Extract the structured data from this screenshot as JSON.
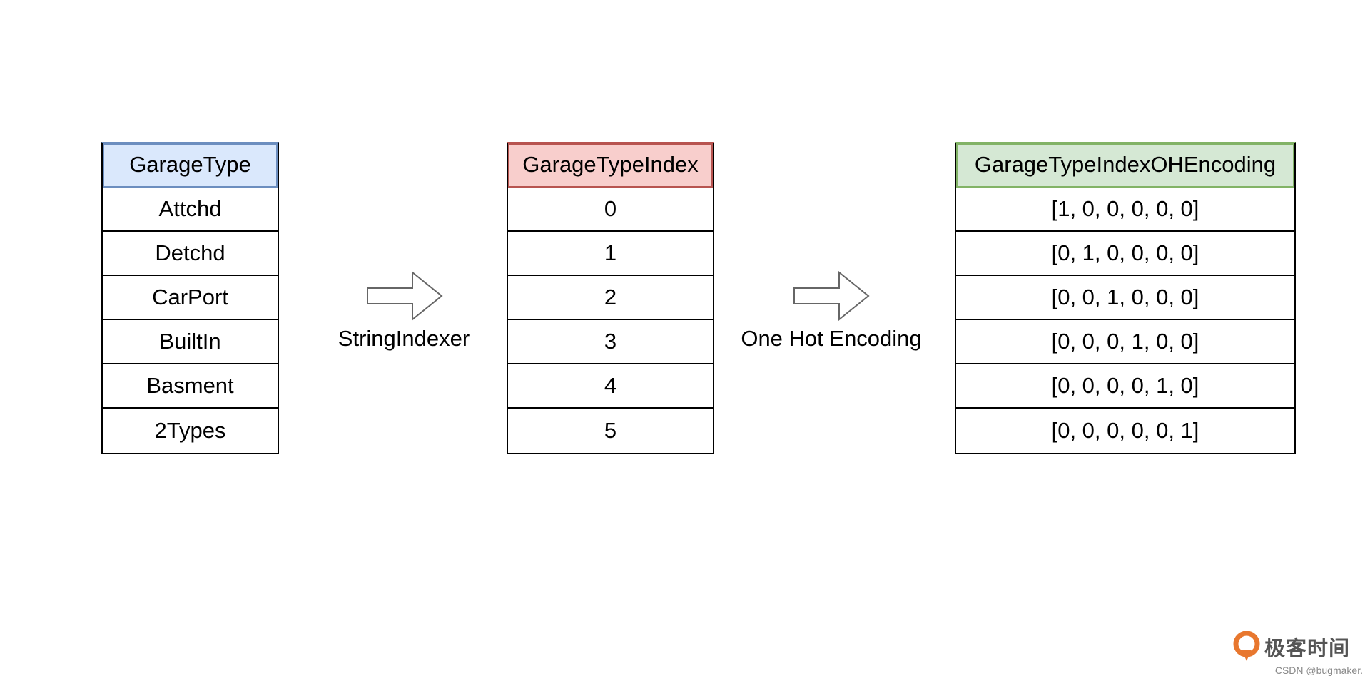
{
  "colors": {
    "header1_bg": "#dae8fc",
    "header1_border": "#6c8ebf",
    "header2_bg": "#f8cecc",
    "header2_border": "#b85450",
    "header3_bg": "#d5e8d4",
    "header3_border": "#82b366",
    "logo_accent": "#e8772e"
  },
  "tables": [
    {
      "header": "GarageType",
      "rows": [
        "Attchd",
        "Detchd",
        "CarPort",
        "BuiltIn",
        "Basment",
        "2Types"
      ]
    },
    {
      "header": "GarageTypeIndex",
      "rows": [
        "0",
        "1",
        "2",
        "3",
        "4",
        "5"
      ]
    },
    {
      "header": "GarageTypeIndexOHEncoding",
      "rows": [
        "[1, 0, 0, 0, 0, 0]",
        "[0, 1, 0, 0, 0, 0]",
        "[0, 0, 1, 0, 0, 0]",
        "[0, 0, 0, 1, 0, 0]",
        "[0, 0, 0, 0, 1, 0]",
        "[0, 0, 0, 0, 0, 1]"
      ]
    }
  ],
  "arrows": [
    {
      "label": "StringIndexer",
      "icon": "right-arrow-icon"
    },
    {
      "label": "One Hot Encoding",
      "icon": "right-arrow-icon"
    }
  ],
  "logo": {
    "text": "极客时间",
    "icon": "geektime-logo-icon"
  },
  "watermark": "CSDN @bugmaker."
}
